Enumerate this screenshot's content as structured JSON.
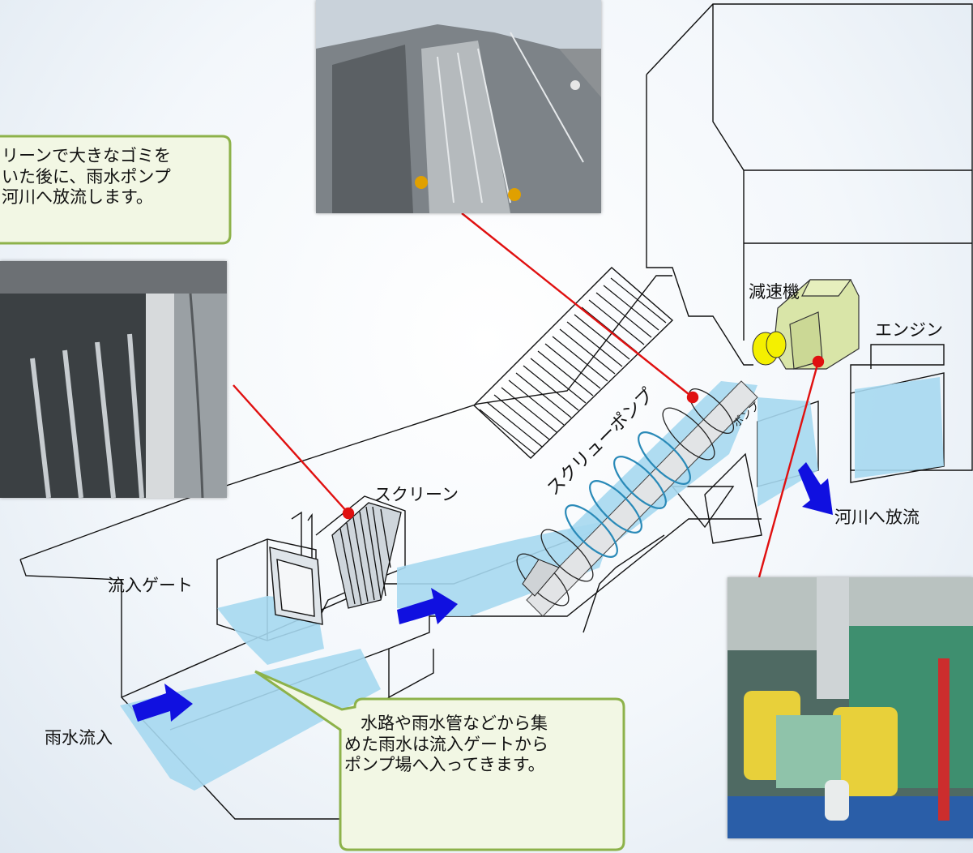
{
  "callout_top": {
    "line1": "リーンで大きなゴミを",
    "line2": "いた後に、雨水ポンプ",
    "line3": "河川へ放流します。"
  },
  "callout_bottom": {
    "line1": "水路や雨水管などから集",
    "line2": "めた雨水は流入ゲートから",
    "line3": "ポンプ場へ入ってきます。"
  },
  "labels": {
    "inflow": "雨水流入",
    "gate": "流入ゲート",
    "screen": "スクリーン",
    "screw_pump": "スクリューポンプ",
    "reducer": "減速機",
    "engine": "エンジン",
    "discharge": "河川へ放流",
    "pump_small": "ポンプ"
  },
  "colors": {
    "water": "#a6d8ef",
    "arrow": "#1010e0",
    "leader": "#e01010",
    "callout_border": "#8db24a",
    "callout_fill": "#f2f7e4",
    "machine": "#d9e5a8",
    "coupling": "#f4f000"
  }
}
